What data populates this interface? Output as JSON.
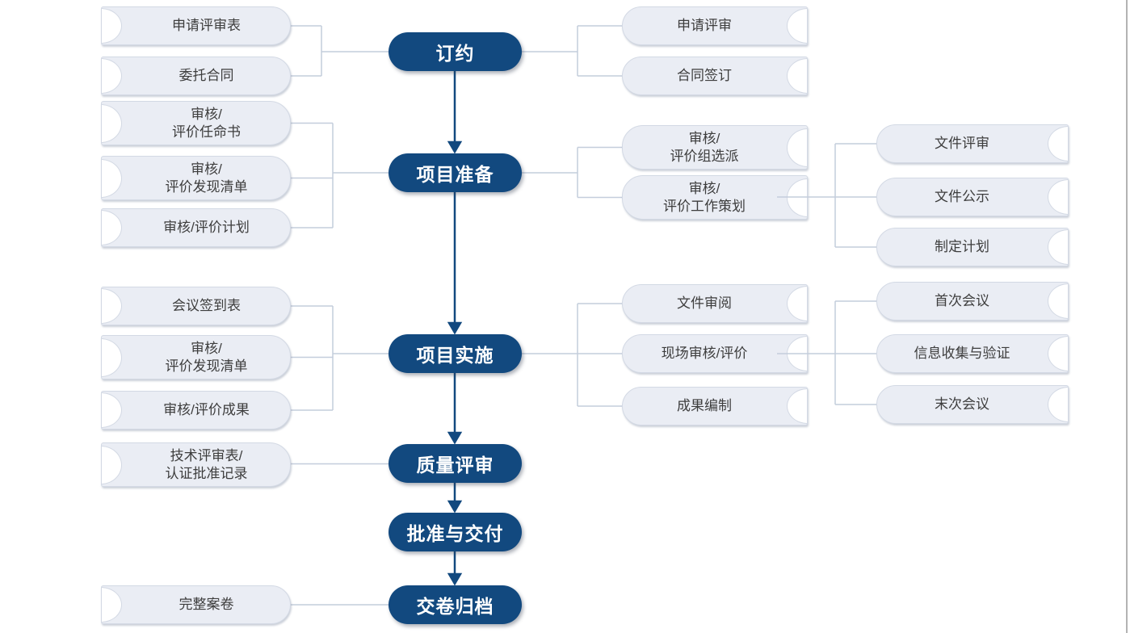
{
  "flowchart": {
    "stages": [
      {
        "label": "订约"
      },
      {
        "label": "项目准备"
      },
      {
        "label": "项目实施"
      },
      {
        "label": "质量评审"
      },
      {
        "label": "批准与交付"
      },
      {
        "label": "交卷归档"
      }
    ],
    "left_documents": [
      {
        "label": "申请评审表"
      },
      {
        "label": "委托合同"
      },
      {
        "label": "审核/\n评价任命书"
      },
      {
        "label": "审核/\n评价发现清单"
      },
      {
        "label": "审核/评价计划"
      },
      {
        "label": "会议签到表"
      },
      {
        "label": "审核/\n评价发现清单"
      },
      {
        "label": "审核/评价成果"
      },
      {
        "label": "技术评审表/\n认证批准记录"
      },
      {
        "label": "完整案卷"
      }
    ],
    "right_activities": [
      {
        "label": "申请评审"
      },
      {
        "label": "合同签订"
      },
      {
        "label": "审核/\n评价组选派"
      },
      {
        "label": "审核/\n评价工作策划"
      },
      {
        "label": "文件审阅"
      },
      {
        "label": "现场审核/评价"
      },
      {
        "label": "成果编制"
      }
    ],
    "sub_activities": [
      {
        "label": "文件评审"
      },
      {
        "label": "文件公示"
      },
      {
        "label": "制定计划"
      },
      {
        "label": "首次会议"
      },
      {
        "label": "信息收集与验证"
      },
      {
        "label": "末次会议"
      }
    ],
    "colors": {
      "stage_fill": "#12497F",
      "stage_text": "#FFFFFF",
      "pill_fill": "#EAEDF4",
      "pill_border": "#D3D9E4",
      "pill_text": "#3D3D3D",
      "connector": "#C4CDDC",
      "arrow": "#12497F",
      "edge_line": "#B3B3B3"
    }
  }
}
